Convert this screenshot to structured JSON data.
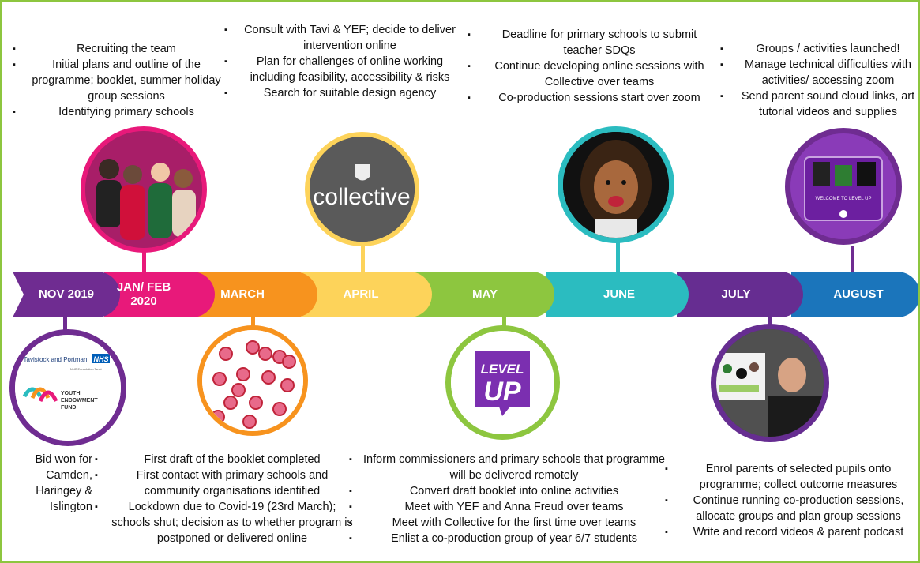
{
  "months": [
    {
      "label": "NOV 2019",
      "color": "#6f2c91"
    },
    {
      "label": "JAN/ FEB 2020",
      "color": "#e8197a"
    },
    {
      "label": "MARCH",
      "color": "#f7931e"
    },
    {
      "label": "APRIL",
      "color": "#fdd35a"
    },
    {
      "label": "MAY",
      "color": "#8dc63f"
    },
    {
      "label": "JUNE",
      "color": "#2bbcc0"
    },
    {
      "label": "JULY",
      "color": "#662d91"
    },
    {
      "label": "AUGUST",
      "color": "#1b75bb"
    }
  ],
  "top_notes": {
    "janfeb": [
      "Recruiting the team",
      "Initial plans and outline of the programme; booklet, summer holiday group sessions",
      "Identifying primary schools"
    ],
    "april": [
      "Consult with Tavi & YEF; decide to deliver intervention online",
      "Plan for challenges of online working including feasibility, accessibility & risks",
      "Search for suitable design agency"
    ],
    "june": [
      "Deadline for primary schools to submit teacher SDQs",
      "Continue developing online sessions with Collective over teams",
      "Co-production sessions start over zoom"
    ],
    "august": [
      "Groups / activities launched!",
      "Manage technical difficulties with activities/ accessing zoom",
      "Send parent sound cloud links, art tutorial videos and supplies"
    ]
  },
  "bottom_notes": {
    "nov": [
      "Bid won for Camden, Haringey & Islington"
    ],
    "march": [
      "First draft of the booklet completed",
      "First contact with primary schools and community organisations identified",
      "Lockdown due to Covid-19 (23rd March); schools shut; decision as to whether program is postponed or delivered online"
    ],
    "may": [
      "Inform commissioners and primary schools that programme will be delivered remotely",
      "Convert draft booklet into online activities",
      "Meet with YEF and Anna Freud over teams",
      "Meet with Collective for the first time over teams",
      "Enlist a co-production group of year 6/7 students"
    ],
    "july": [
      "Enrol parents of selected pupils onto programme; collect outcome measures",
      "Continue running co-production sessions, allocate groups and plan group sessions",
      "Write and record videos & parent podcast"
    ]
  },
  "images": {
    "collective_text": "collective",
    "levelup_word1": "LEVEL",
    "levelup_word2": "UP",
    "tavistock_text": "e Tavistock and Portman",
    "nhs_text": "NHS",
    "nhs_trust_text": "NHS Foundation Trust",
    "yef_text": "YOUTH ENDOWMENT FUND",
    "tablet_title": "WELCOME TO LEVEL UP"
  }
}
